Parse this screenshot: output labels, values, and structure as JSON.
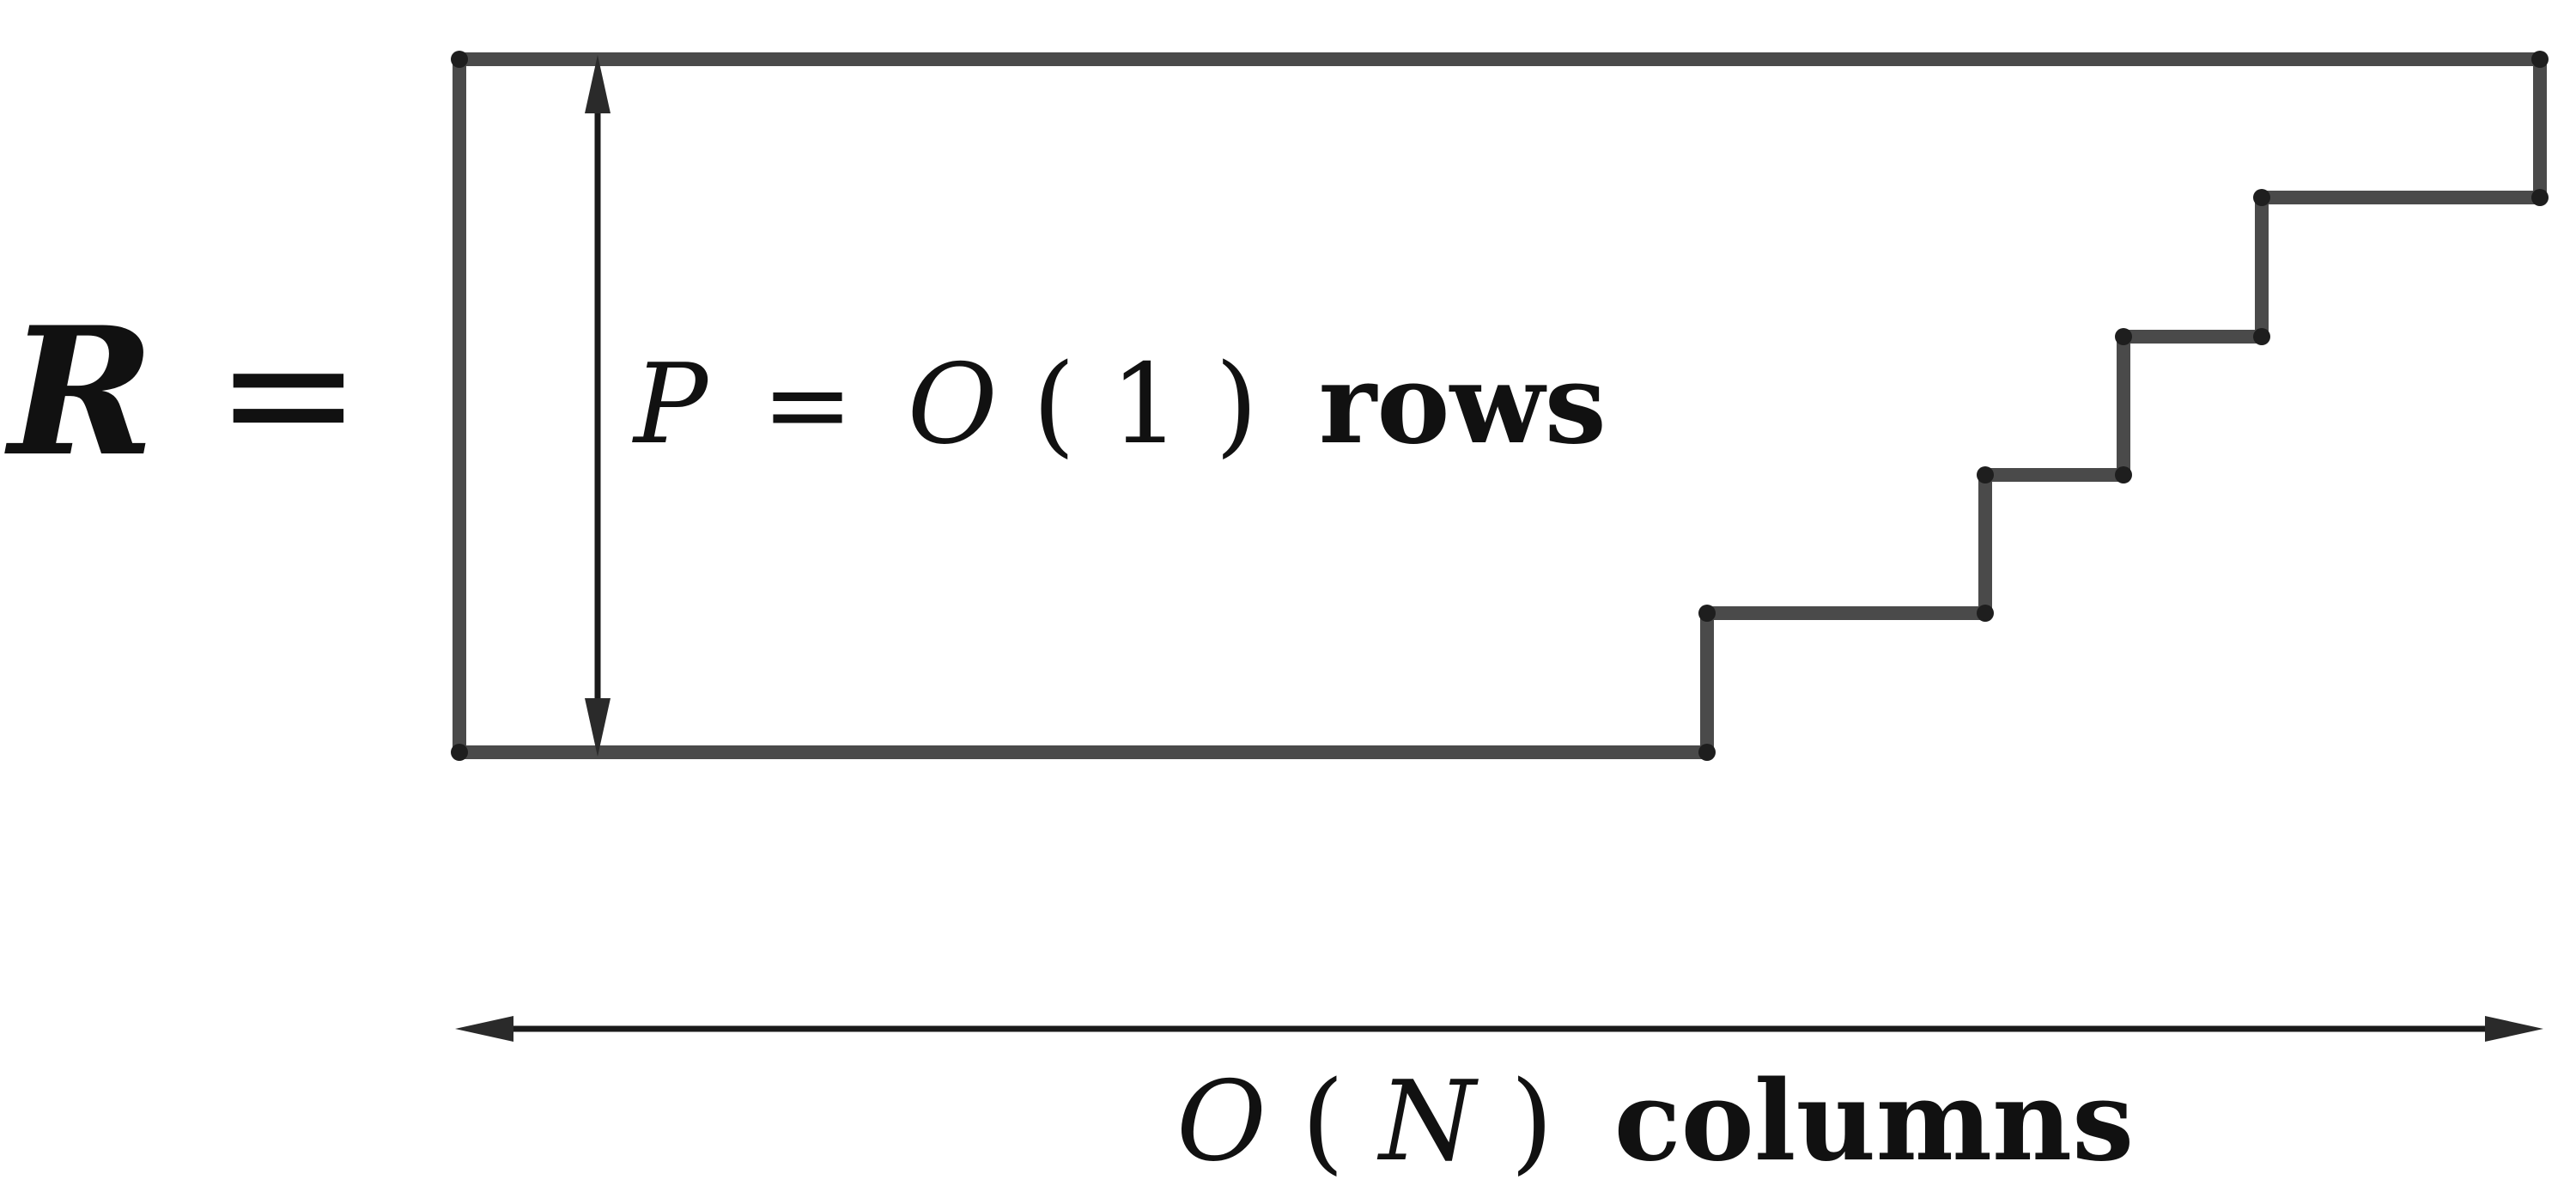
{
  "lhs": {
    "symbol": "R",
    "equals": "="
  },
  "height_label": {
    "var": "P",
    "equals": "=",
    "order": "O",
    "open": "(",
    "arg": "1",
    "close": ")",
    "unit": "rows"
  },
  "width_label": {
    "order": "O",
    "open": "(",
    "arg": "N",
    "close": ")",
    "unit": "columns"
  },
  "colors": {
    "outline": "#4a4a4a",
    "vertex": "#1e1e1e",
    "arrow": "#1a1a1a",
    "text": "#111111"
  }
}
